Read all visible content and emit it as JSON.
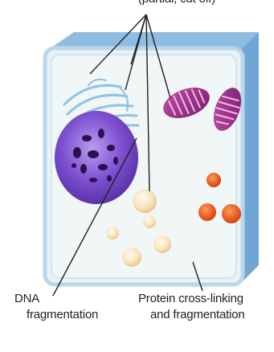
{
  "labels": {
    "top": "(partial, cut off)",
    "dna_line1": "DNA",
    "dna_line2": "fragmentation",
    "protein_line1": "Protein cross-linking",
    "protein_line2": "and fragmentation"
  },
  "colors": {
    "cell_membrane": "#7eb3dd",
    "cytoplasm": "#eef4f6",
    "nucleus": "#7d4fd0",
    "mitochondria": "#9c2f8c",
    "vesicles": "#f6e3b8",
    "granules": "#e9541c",
    "er": "#8ec3e6"
  }
}
